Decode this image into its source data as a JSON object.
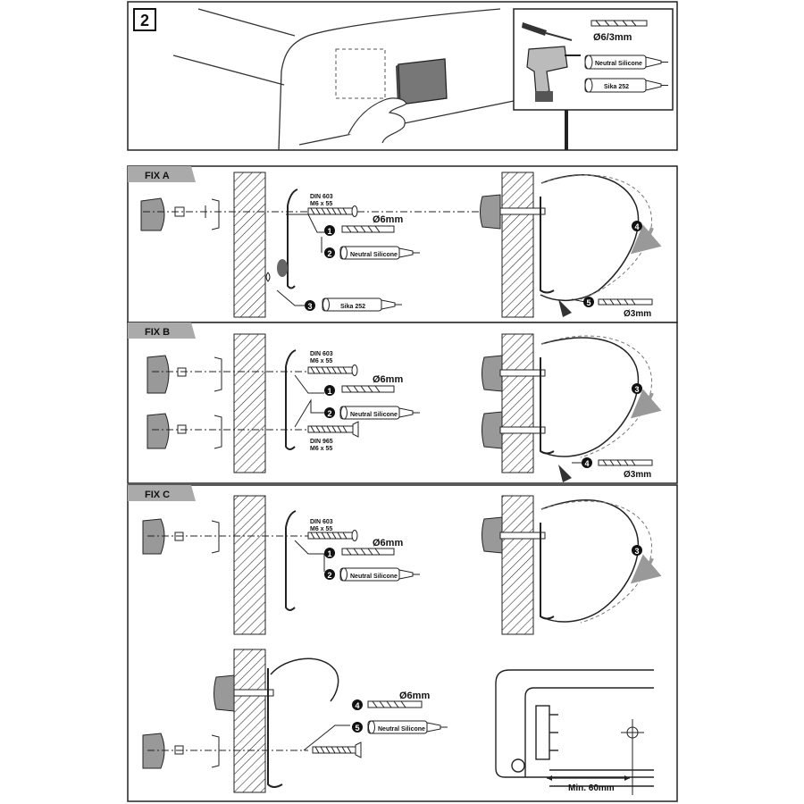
{
  "step": {
    "number": "2"
  },
  "tools_box": {
    "drill_size": "Ø6/3mm",
    "tube_1": "Neutral Silicone",
    "tube_2": "Sika 252"
  },
  "fix_a": {
    "tab": "FIX A",
    "screw_label_1": "DIN 603",
    "screw_label_2": "M6 x 55",
    "drill_size": "Ø6mm",
    "step_1": "1",
    "step_2": "2",
    "step_3": "3",
    "silicone": "Neutral Silicone",
    "sika": "Sika 252",
    "step_4": "4",
    "step_5": "5",
    "small_drill": "Ø3mm"
  },
  "fix_b": {
    "tab": "FIX B",
    "screw_label_1": "DIN 603",
    "screw_label_2": "M6 x 55",
    "drill_size": "Ø6mm",
    "step_1": "1",
    "step_2": "2",
    "silicone": "Neutral Silicone",
    "screw2_label_1": "DIN 965",
    "screw2_label_2": "M6 x 55",
    "step_3": "3",
    "step_4": "4",
    "small_drill": "Ø3mm"
  },
  "fix_c": {
    "tab": "FIX C",
    "screw_label_1": "DIN 603",
    "screw_label_2": "M6 x 55",
    "drill_size": "Ø6mm",
    "step_1": "1",
    "step_2": "2",
    "silicone": "Neutral Silicone",
    "step_3": "3",
    "drill_size_2": "Ø6mm",
    "step_4": "4",
    "step_5": "5",
    "silicone_2": "Neutral Silicone",
    "min_distance": "Min. 60mm"
  }
}
